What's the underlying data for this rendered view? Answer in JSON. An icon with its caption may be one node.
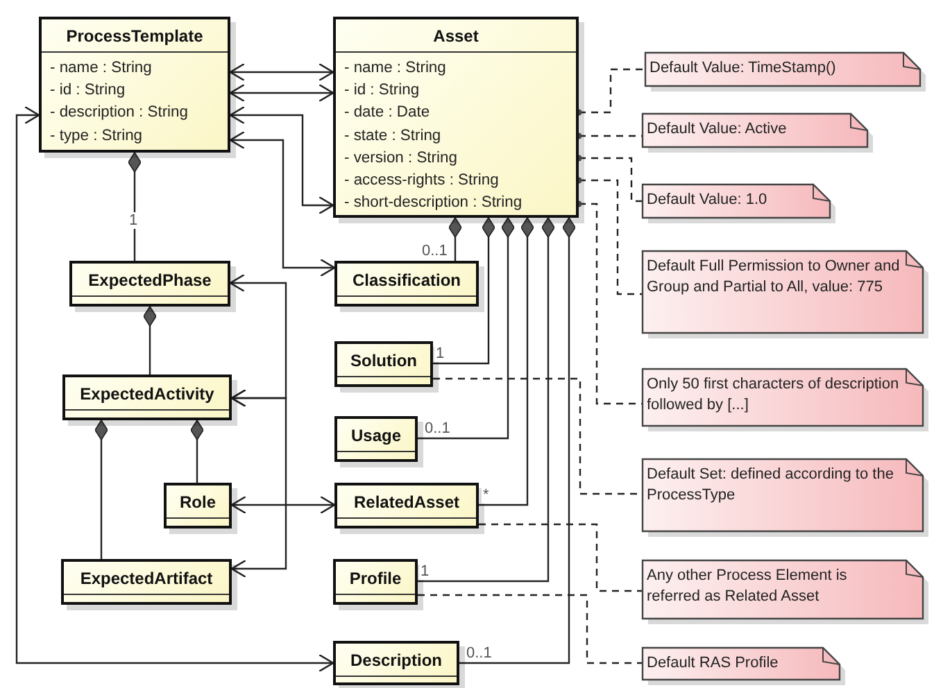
{
  "diagram": {
    "nodes": [
      {
        "text": [
          "ProcessTemplate",
          "- name : String",
          "- id : String",
          "- description : String",
          "- type : String"
        ]
      },
      {
        "text": [
          "Asset",
          "- name : String",
          "- id : String",
          "- date : Date",
          "- state : String",
          "- version : String",
          "- access-rights : String",
          "- short-description : String"
        ]
      },
      {
        "text": [
          "ExpectedPhase"
        ]
      },
      {
        "text": [
          "ExpectedActivity"
        ]
      },
      {
        "text": [
          "Role"
        ]
      },
      {
        "text": [
          "ExpectedArtifact"
        ]
      },
      {
        "text": [
          "Classification"
        ]
      },
      {
        "text": [
          "Solution"
        ]
      },
      {
        "text": [
          "Usage"
        ]
      },
      {
        "text": [
          "RelatedAsset"
        ]
      },
      {
        "text": [
          "Profile"
        ]
      },
      {
        "text": [
          "Description"
        ]
      },
      {
        "text": [
          "Default Value: TimeStamp()"
        ]
      },
      {
        "text": [
          "Default Value: Active"
        ]
      },
      {
        "text": [
          "Default Value: 1.0"
        ]
      },
      {
        "text": [
          "Default Full Permission to Owner and Group and Partial to All, value: 775"
        ]
      },
      {
        "text": [
          "Only 50 first characters of description followed by [...]"
        ]
      },
      {
        "text": [
          "Default Set: defined according to the ProcessType"
        ]
      },
      {
        "text": [
          "Any other Process Element is referred as Related Asset"
        ]
      },
      {
        "text": [
          "Default RAS Profile"
        ]
      }
    ],
    "edges": [
      {
        "from": 0,
        "to": 1,
        "arrow": "both"
      },
      {
        "from": 0,
        "to": 1,
        "arrow": "both"
      },
      {
        "from": 0,
        "to": 1,
        "arrow": "both"
      },
      {
        "from": 0,
        "to": 6,
        "arrow": "both"
      },
      {
        "from": 0,
        "to": 2,
        "arrow": "other",
        "label": "1"
      },
      {
        "from": 2,
        "to": 3,
        "arrow": "other"
      },
      {
        "from": 3,
        "to": 5,
        "arrow": "other"
      },
      {
        "from": 3,
        "to": 4,
        "arrow": "other"
      },
      {
        "from": 4,
        "to": 9,
        "arrow": "both"
      },
      {
        "from": 2,
        "to": 3,
        "arrow": "both"
      },
      {
        "from": 3,
        "to": 5,
        "arrow": "both"
      },
      {
        "from": 0,
        "to": 11,
        "arrow": "both"
      },
      {
        "from": 1,
        "to": 6,
        "arrow": "other",
        "label": "0..1"
      },
      {
        "from": 1,
        "to": 7,
        "arrow": "other",
        "label": "1"
      },
      {
        "from": 1,
        "to": 8,
        "arrow": "other",
        "label": "0..1"
      },
      {
        "from": 1,
        "to": 9,
        "arrow": "other",
        "label": "*"
      },
      {
        "from": 1,
        "to": 10,
        "arrow": "other",
        "label": "1"
      },
      {
        "from": 1,
        "to": 11,
        "arrow": "other",
        "label": "0..1"
      },
      {
        "from": 1,
        "to": 12,
        "arrow": "other",
        "style": "dashed"
      },
      {
        "from": 1,
        "to": 13,
        "arrow": "other",
        "style": "dashed"
      },
      {
        "from": 1,
        "to": 14,
        "arrow": "other",
        "style": "dashed"
      },
      {
        "from": 1,
        "to": 15,
        "arrow": "other",
        "style": "dashed"
      },
      {
        "from": 1,
        "to": 16,
        "arrow": "other",
        "style": "dashed"
      },
      {
        "from": 7,
        "to": 17,
        "arrow": "none",
        "style": "dashed"
      },
      {
        "from": 9,
        "to": 18,
        "arrow": "none",
        "style": "dashed"
      },
      {
        "from": 10,
        "to": 19,
        "arrow": "none",
        "style": "dashed"
      }
    ]
  }
}
